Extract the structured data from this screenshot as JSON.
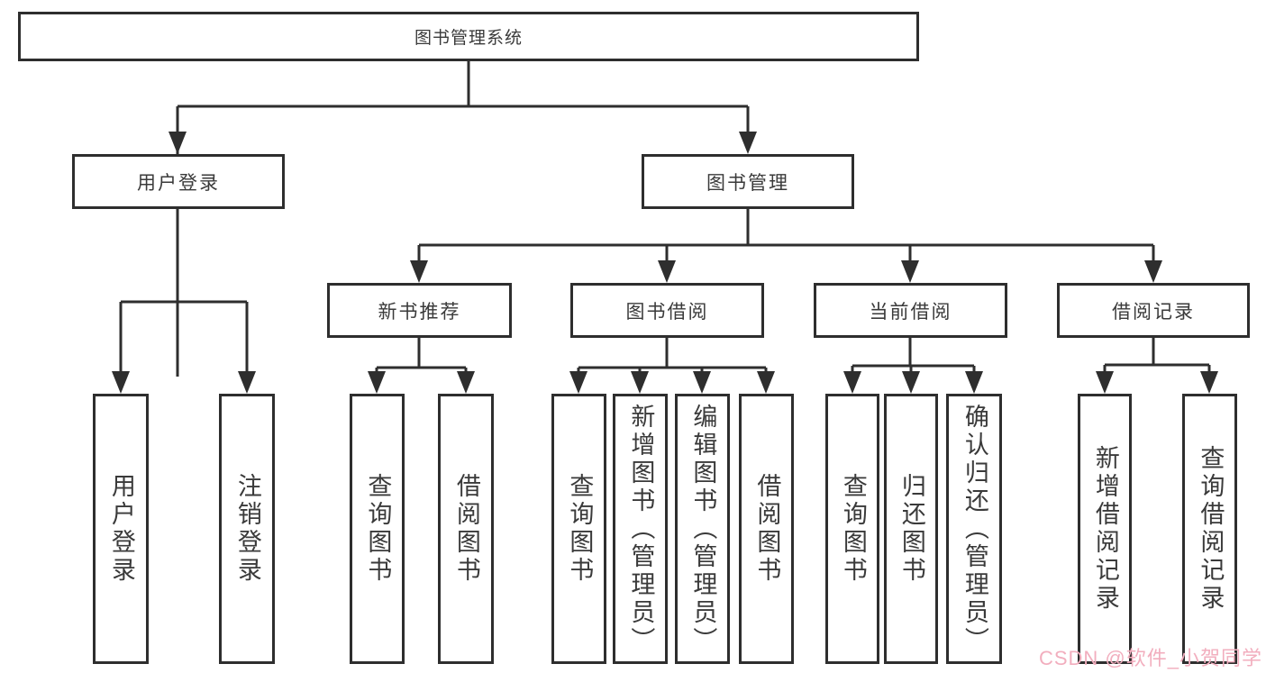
{
  "colors": {
    "background": "#ffffff",
    "line": "#2e2e2e",
    "box_border": "#2e2e2e",
    "text": "#3a3a3a",
    "watermark": "#f2aebe"
  },
  "diagram": {
    "type": "hierarchy-tree",
    "root": {
      "label": "图书管理系统",
      "children": [
        {
          "label": "用户登录",
          "children": [
            {
              "label": "用户登录"
            },
            {
              "label": "注销登录"
            }
          ]
        },
        {
          "label": "图书管理",
          "children": [
            {
              "label": "新书推荐",
              "children": [
                {
                  "label": "查询图书"
                },
                {
                  "label": "借阅图书"
                }
              ]
            },
            {
              "label": "图书借阅",
              "children": [
                {
                  "label": "查询图书"
                },
                {
                  "label": "新增图书（管理员）"
                },
                {
                  "label": "编辑图书（管理员）"
                },
                {
                  "label": "借阅图书"
                }
              ]
            },
            {
              "label": "当前借阅",
              "children": [
                {
                  "label": "查询图书"
                },
                {
                  "label": "归还图书"
                },
                {
                  "label": "确认归还（管理员）"
                }
              ]
            },
            {
              "label": "借阅记录",
              "children": [
                {
                  "label": "新增借阅记录"
                },
                {
                  "label": "查询借阅记录"
                }
              ]
            }
          ]
        }
      ]
    }
  },
  "watermark": {
    "text": "CSDN @软件_小贺同学"
  }
}
